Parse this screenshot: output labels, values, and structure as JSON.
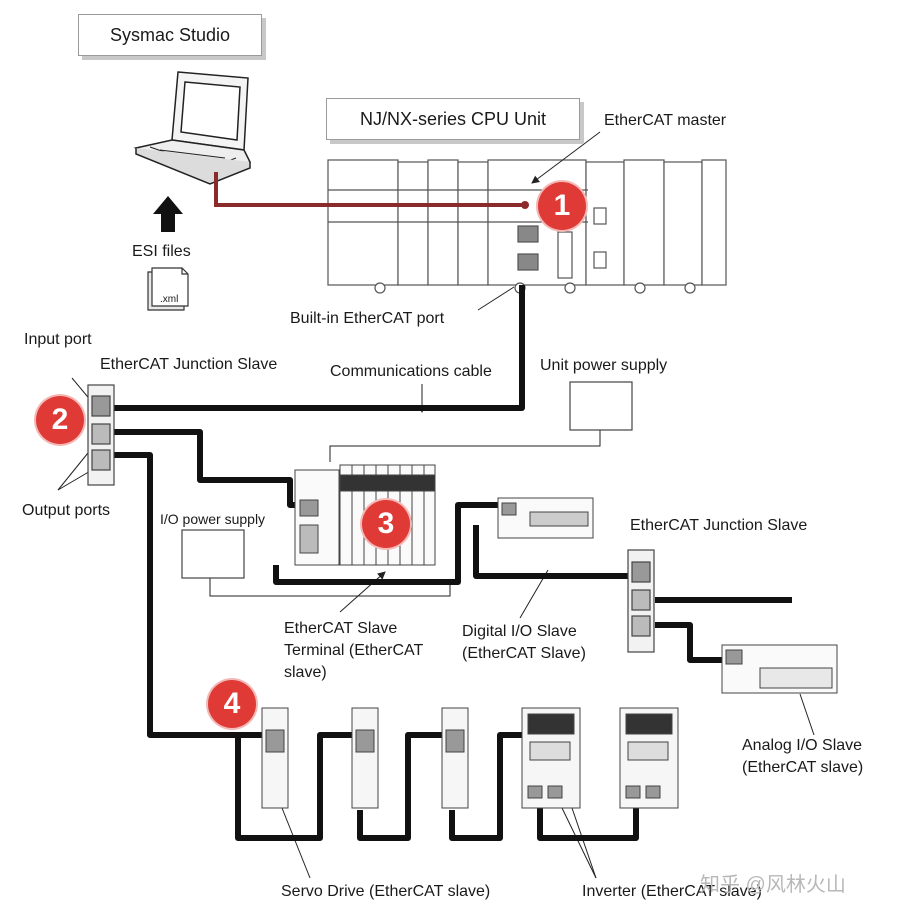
{
  "labels": {
    "sysmac_studio": "Sysmac Studio",
    "cpu_unit": "NJ/NX-series CPU Unit",
    "ethercat_master": "EtherCAT master",
    "esi_files": "ESI files",
    "xml_ext": ".xml",
    "builtin_port": "Built-in EtherCAT port",
    "input_port": "Input port",
    "junction_slave_1": "EtherCAT Junction Slave",
    "comm_cable": "Communications cable",
    "unit_power": "Unit power supply",
    "output_ports": "Output ports",
    "io_power": "I/O power supply",
    "junction_slave_2": "EtherCAT Junction Slave",
    "slave_terminal": "EtherCAT Slave Terminal (EtherCAT slave)",
    "digital_io": "Digital I/O Slave (EtherCAT Slave)",
    "analog_io": "Analog I/O Slave (EtherCAT slave)",
    "servo_drive": "Servo Drive (EtherCAT slave)",
    "inverter": "Inverter (EtherCAT slave)"
  },
  "badges": {
    "b1": "1",
    "b2": "2",
    "b3": "3",
    "b4": "4"
  },
  "watermark": "知乎 @风林火山",
  "colors": {
    "badge": "#e03a36",
    "pc_link": "#8b2a2a",
    "cable": "#111111"
  }
}
